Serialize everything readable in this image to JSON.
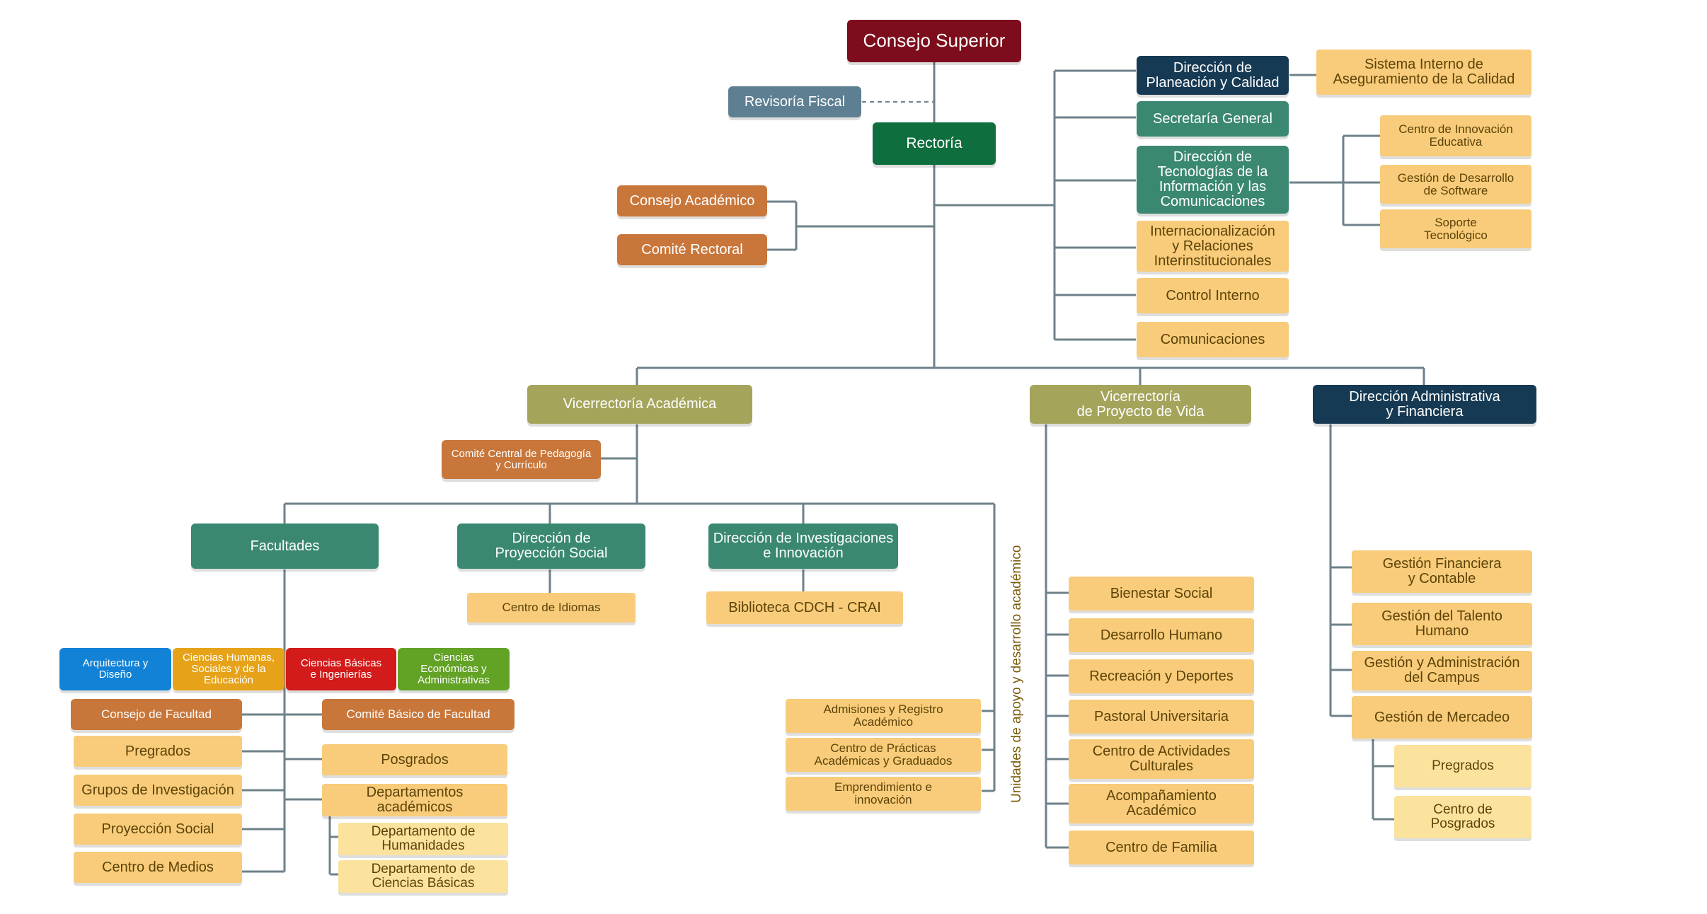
{
  "top": {
    "consejo_superior": "Consejo Superior",
    "revisoria_fiscal": "Revisoría Fiscal",
    "rectoria": "Rectoría",
    "consejo_academico": "Consejo Académico",
    "comite_rectoral": "Comité Rectoral"
  },
  "right_units": {
    "planeacion": "Dirección de\nPlaneación y Calidad",
    "sistema_calidad": "Sistema Interno de\nAseguramiento de la Calidad",
    "secretaria": "Secretaría General",
    "tecnologias": "Dirección de\nTecnologías de la\nInformación y las\nComunicaciones",
    "innovacion_educativa": "Centro de Innovación\nEducativa",
    "desarrollo_software": "Gestión de Desarrollo\nde Software",
    "soporte": "Soporte\nTecnológico",
    "internacionalizacion": "Internacionalización\ny Relaciones\nInterinstitucionales",
    "control_interno": "Control Interno",
    "comunicaciones": "Comunicaciones"
  },
  "vicerrectorias": {
    "academica": "Vicerrectoría Académica",
    "proyecto_vida": "Vicerrectoría\nde Proyecto de Vida",
    "administrativa": "Dirección Administrativa\ny Financiera"
  },
  "academica": {
    "comite_pedagogia": "Comité Central de Pedagogía\ny Currículo",
    "facultades": "Facultades",
    "proyeccion_social": "Dirección de\nProyección Social",
    "centro_idiomas": "Centro de Idiomas",
    "investigaciones": "Dirección de Investigaciones\ne Innovación",
    "biblioteca": "Biblioteca CDCH - CRAI",
    "unidades_label": "Unidades de apoyo y desarrollo académico",
    "admisiones": "Admisiones y Registro\nAcadémico",
    "practicas": "Centro de Prácticas\nAcadémicas y Graduados",
    "emprendimiento": "Emprendimiento e\ninnovación"
  },
  "facultades": {
    "arquitectura": "Arquitectura y\nDiseño",
    "humanas": "Ciencias Humanas,\nSociales y de la\nEducación",
    "basicas": "Ciencias Básicas\ne Ingenierías",
    "economicas": "Ciencias\nEconómicas y\nAdministrativas",
    "consejo_facultad": "Consejo de Facultad",
    "comite_basico": "Comité Básico de Facultad",
    "pregrados": "Pregrados",
    "grupos": "Grupos de Investigación",
    "proyeccion": "Proyección Social",
    "medios": "Centro de Medios",
    "posgrados": "Posgrados",
    "departamentos": "Departamentos\nacadémicos",
    "dep_humanidades": "Departamento de\nHumanidades",
    "dep_basicas": "Departamento de\nCiencias Básicas"
  },
  "proyecto_vida": {
    "bienestar": "Bienestar Social",
    "desarrollo": "Desarrollo Humano",
    "recreacion": "Recreación y Deportes",
    "pastoral": "Pastoral Universitaria",
    "culturales": "Centro de Actividades\nCulturales",
    "acompanamiento": "Acompañamiento\nAcadémico",
    "familia": "Centro de Familia"
  },
  "administrativa": {
    "financiera": "Gestión Financiera\ny Contable",
    "talento": "Gestión del Talento\nHumano",
    "campus": "Gestión y Administración\ndel Campus",
    "mercadeo": "Gestión de Mercadeo",
    "pregrados": "Pregrados",
    "posgrados": "Centro de\nPosgrados"
  },
  "colors": {
    "line": "#6e8189",
    "maroon": "#7d0d1c",
    "green": "#0f6e3e",
    "navy": "#173a54",
    "teal": "#3a8872",
    "orange": "#c8763a",
    "olive": "#a4a55b",
    "yellow": "#f8cc7a"
  }
}
